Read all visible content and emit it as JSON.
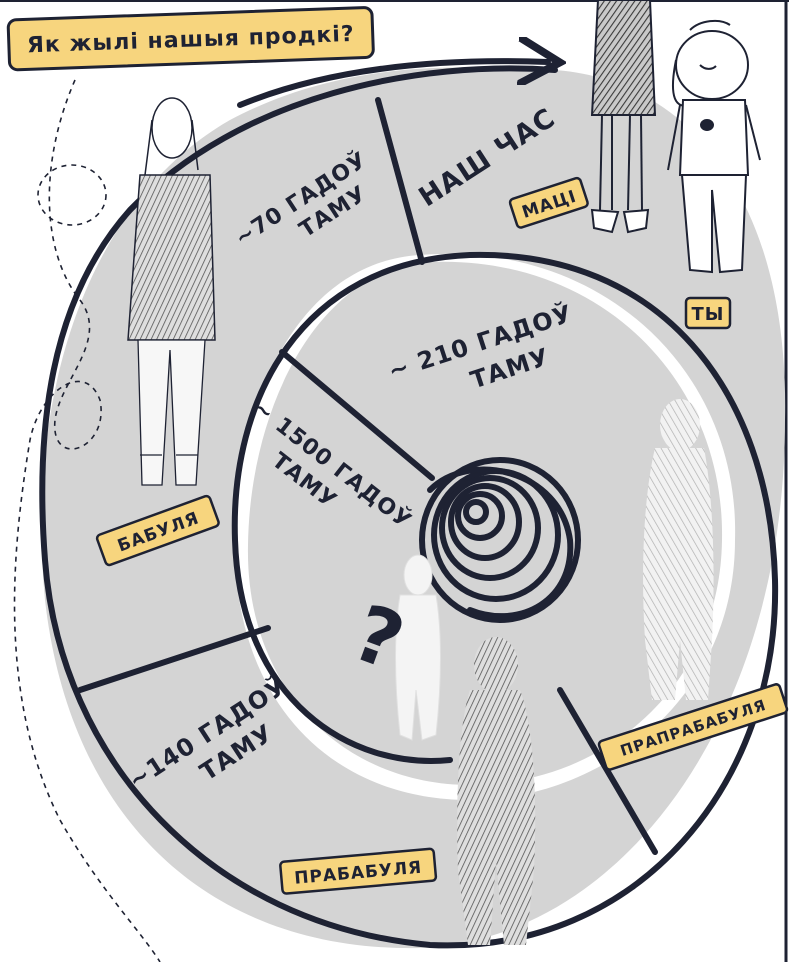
{
  "title": "Як жылі нашыя продкі?",
  "colors": {
    "ink": "#1e2233",
    "band": "#d4d4d4",
    "tag": "#f7d57e",
    "paper": "#ffffff",
    "figure_light": "#eeeeee",
    "figure_hatch": "#6a6a6a"
  },
  "segments": {
    "our_time": "НАШ ЧАС",
    "ago_70_line1": "~70 ГАДОЎ",
    "ago_70_line2": "ТАМУ",
    "ago_140_line1": "~140 ГАДОЎ",
    "ago_140_line2": "ТАМУ",
    "ago_210_line1": "~ 210 ГАДОЎ",
    "ago_210_line2": "ТАМУ",
    "ago_1500_line1": "~ 1500 ГАДОЎ",
    "ago_1500_line2": "ТАМУ"
  },
  "labels": {
    "mother": "МАЦІ",
    "you": "ТЫ",
    "grandmother": "БАБУЛЯ",
    "great_grandmother": "ПРАБАБУЛЯ",
    "great_great_grandmother": "ПРАПРАБАБУЛЯ",
    "unknown": "?"
  }
}
